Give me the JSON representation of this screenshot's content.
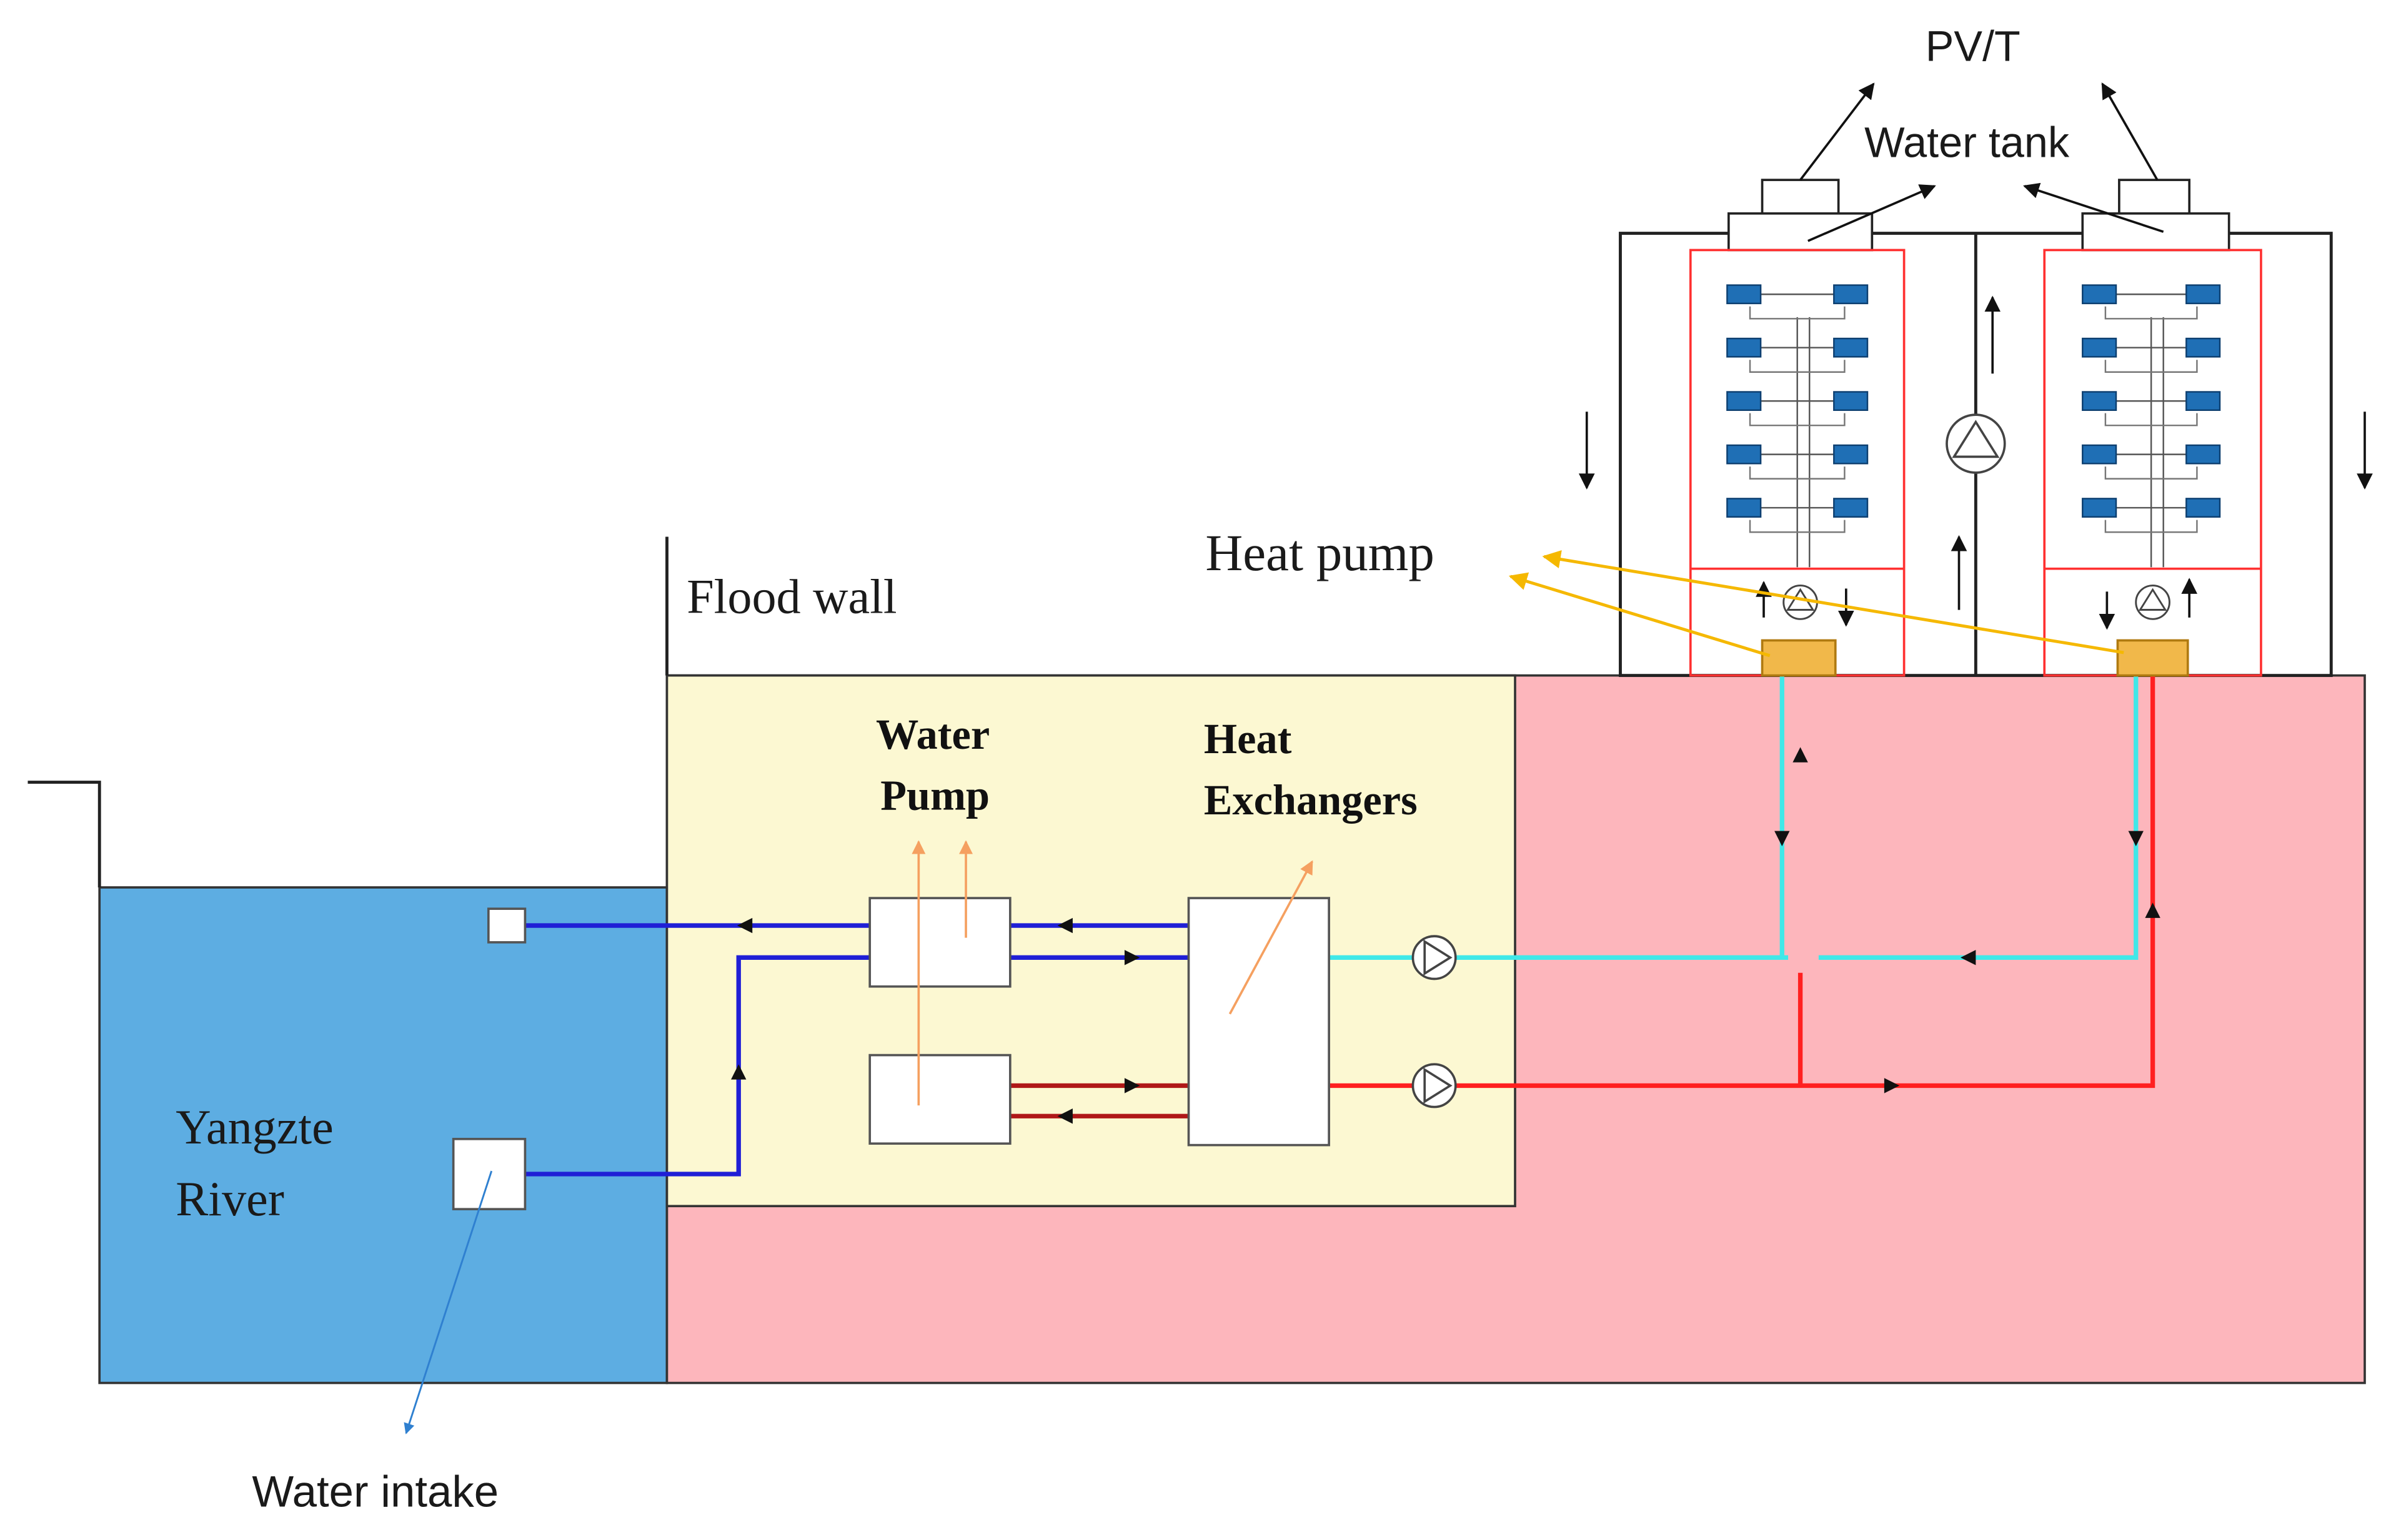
{
  "labels": {
    "pvt": "PV/T",
    "water_tank": "Water tank",
    "heat_pump": "Heat pump",
    "flood_wall": "Flood wall",
    "water_pump_line1": "Water",
    "water_pump_line2": "Pump",
    "heat_exchangers_line1": "Heat",
    "heat_exchangers_line2": "Exchangers",
    "river_line1": "Yangzte",
    "river_line2": "River",
    "water_intake": "Water intake"
  },
  "colors": {
    "river": "#5dade2",
    "plant_room": "#fcf8d2",
    "ground": "#fdb6bc",
    "river_pipe": "#1f1fd6",
    "hot_pipe": "#ff2020",
    "dark_red_pipe": "#b01818",
    "cold_pipe": "#40e8e8",
    "heat_pump_unit": "#f1b84a",
    "terminal_unit": "#1f6fb5",
    "label_arrow_yellow": "#f5b800",
    "label_arrow_orange": "#f5a060",
    "intake_arrow": "#2f80d0"
  },
  "icons": {
    "circulation_pump": "pump-circle-icon",
    "flow_arrow": "arrowhead-icon"
  }
}
